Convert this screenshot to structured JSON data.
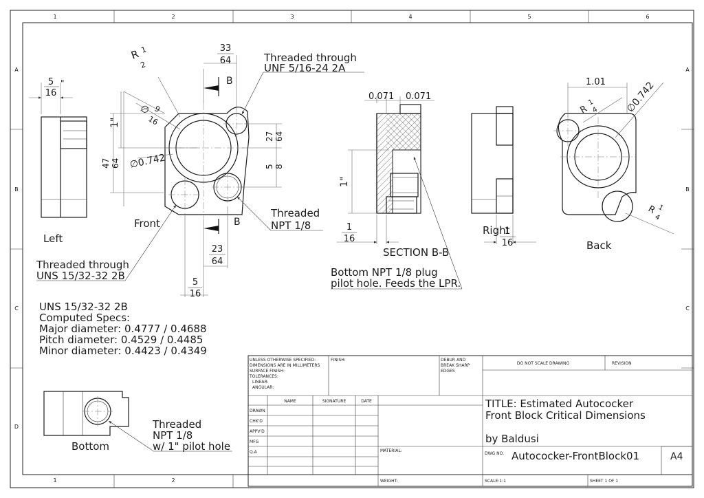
{
  "border": {
    "columns": [
      "1",
      "2",
      "3",
      "4",
      "5",
      "6"
    ],
    "rows": [
      "A",
      "B",
      "C",
      "D"
    ],
    "bottom_columns": [
      "1",
      "2"
    ]
  },
  "views": {
    "left": {
      "label": "Left",
      "dim_num": "5",
      "dim_den": "16",
      "dim_unit": "\""
    },
    "front": {
      "label": "Front",
      "radius": "R",
      "radius_num": "1",
      "radius_den": "2",
      "top_num": "33",
      "top_den": "64",
      "dia_small": "∅",
      "dia_small_num": "9",
      "dia_small_den": "16",
      "height_1": "1\"",
      "height_47_num": "47",
      "height_47_den": "64",
      "dia_0742": "∅0.742",
      "right_27_num": "27",
      "right_27_den": "64",
      "right_5_num": "5",
      "right_5_den": "8",
      "bottom_23_num": "23",
      "bottom_23_den": "64",
      "bottom_5_num": "5",
      "bottom_5_den": "16",
      "section_marker": "B"
    },
    "section": {
      "label": "SECTION B-B",
      "dim_a": "0.071",
      "dim_b": "0.071",
      "height": "1\"",
      "bottom_num": "1",
      "bottom_den": "16"
    },
    "right": {
      "label": "Right",
      "dim_num": "1",
      "dim_den": "16"
    },
    "back": {
      "label": "Back",
      "top_dim": "1.01",
      "dia": "∅0.742",
      "r_top": "R",
      "r_top_num": "1",
      "r_top_den": "4",
      "r_bot": "R",
      "r_bot_num": "1",
      "r_bot_den": "4"
    },
    "bottom": {
      "label": "Bottom"
    }
  },
  "callouts": {
    "unf": [
      "Threaded through",
      "UNF 5/16-24 2A"
    ],
    "npt": [
      "Threaded",
      "NPT 1/8"
    ],
    "uns": [
      "Threaded through",
      "UNS 15/32-32 2B"
    ],
    "plug": [
      "Bottom NPT 1/8 plug",
      "pilot hole. Feeds the LPR."
    ],
    "bottom_npt": [
      "Threaded",
      "NPT 1/8",
      "w/ 1\" pilot hole"
    ]
  },
  "specs": [
    "UNS 15/32-32 2B",
    "Computed Specs:",
    "Major diameter:  0.4777 / 0.4688",
    "Pitch diameter:   0.4529 / 0.4485",
    "Minor diameter:  0.4423 / 0.4349"
  ],
  "title_block": {
    "notes": [
      "UNLESS OTHERWISE SPECIFIED:",
      "DIMENSIONS ARE IN MILLIMETERS",
      "SURFACE FINISH:",
      "TOLERANCES:",
      "   LINEAR:",
      "   ANGULAR:"
    ],
    "finish": "FINISH:",
    "deburr": [
      "DEBUR AND",
      "BREAK SHARP",
      "EDGES"
    ],
    "do_not_scale": "DO NOT SCALE DRAWING",
    "revision": "REVISION",
    "col_name": "NAME",
    "col_signature": "SIGNATURE",
    "col_date": "DATE",
    "rows": [
      "DRAWN",
      "CHK'D",
      "APPV'D",
      "MFG",
      "Q.A"
    ],
    "material": "MATERIAL:",
    "weight": "WEIGHT:",
    "title_line1": "TITLE: Estimated Autococker",
    "title_line2": "Front Block Critical Dimensions",
    "author": "by Baldusi",
    "dwg_no_label": "DWG NO.",
    "dwg_no": "Autococker-FrontBlock01",
    "size": "A4",
    "scale": "SCALE:1:1",
    "sheet": "SHEET 1 OF 1"
  }
}
